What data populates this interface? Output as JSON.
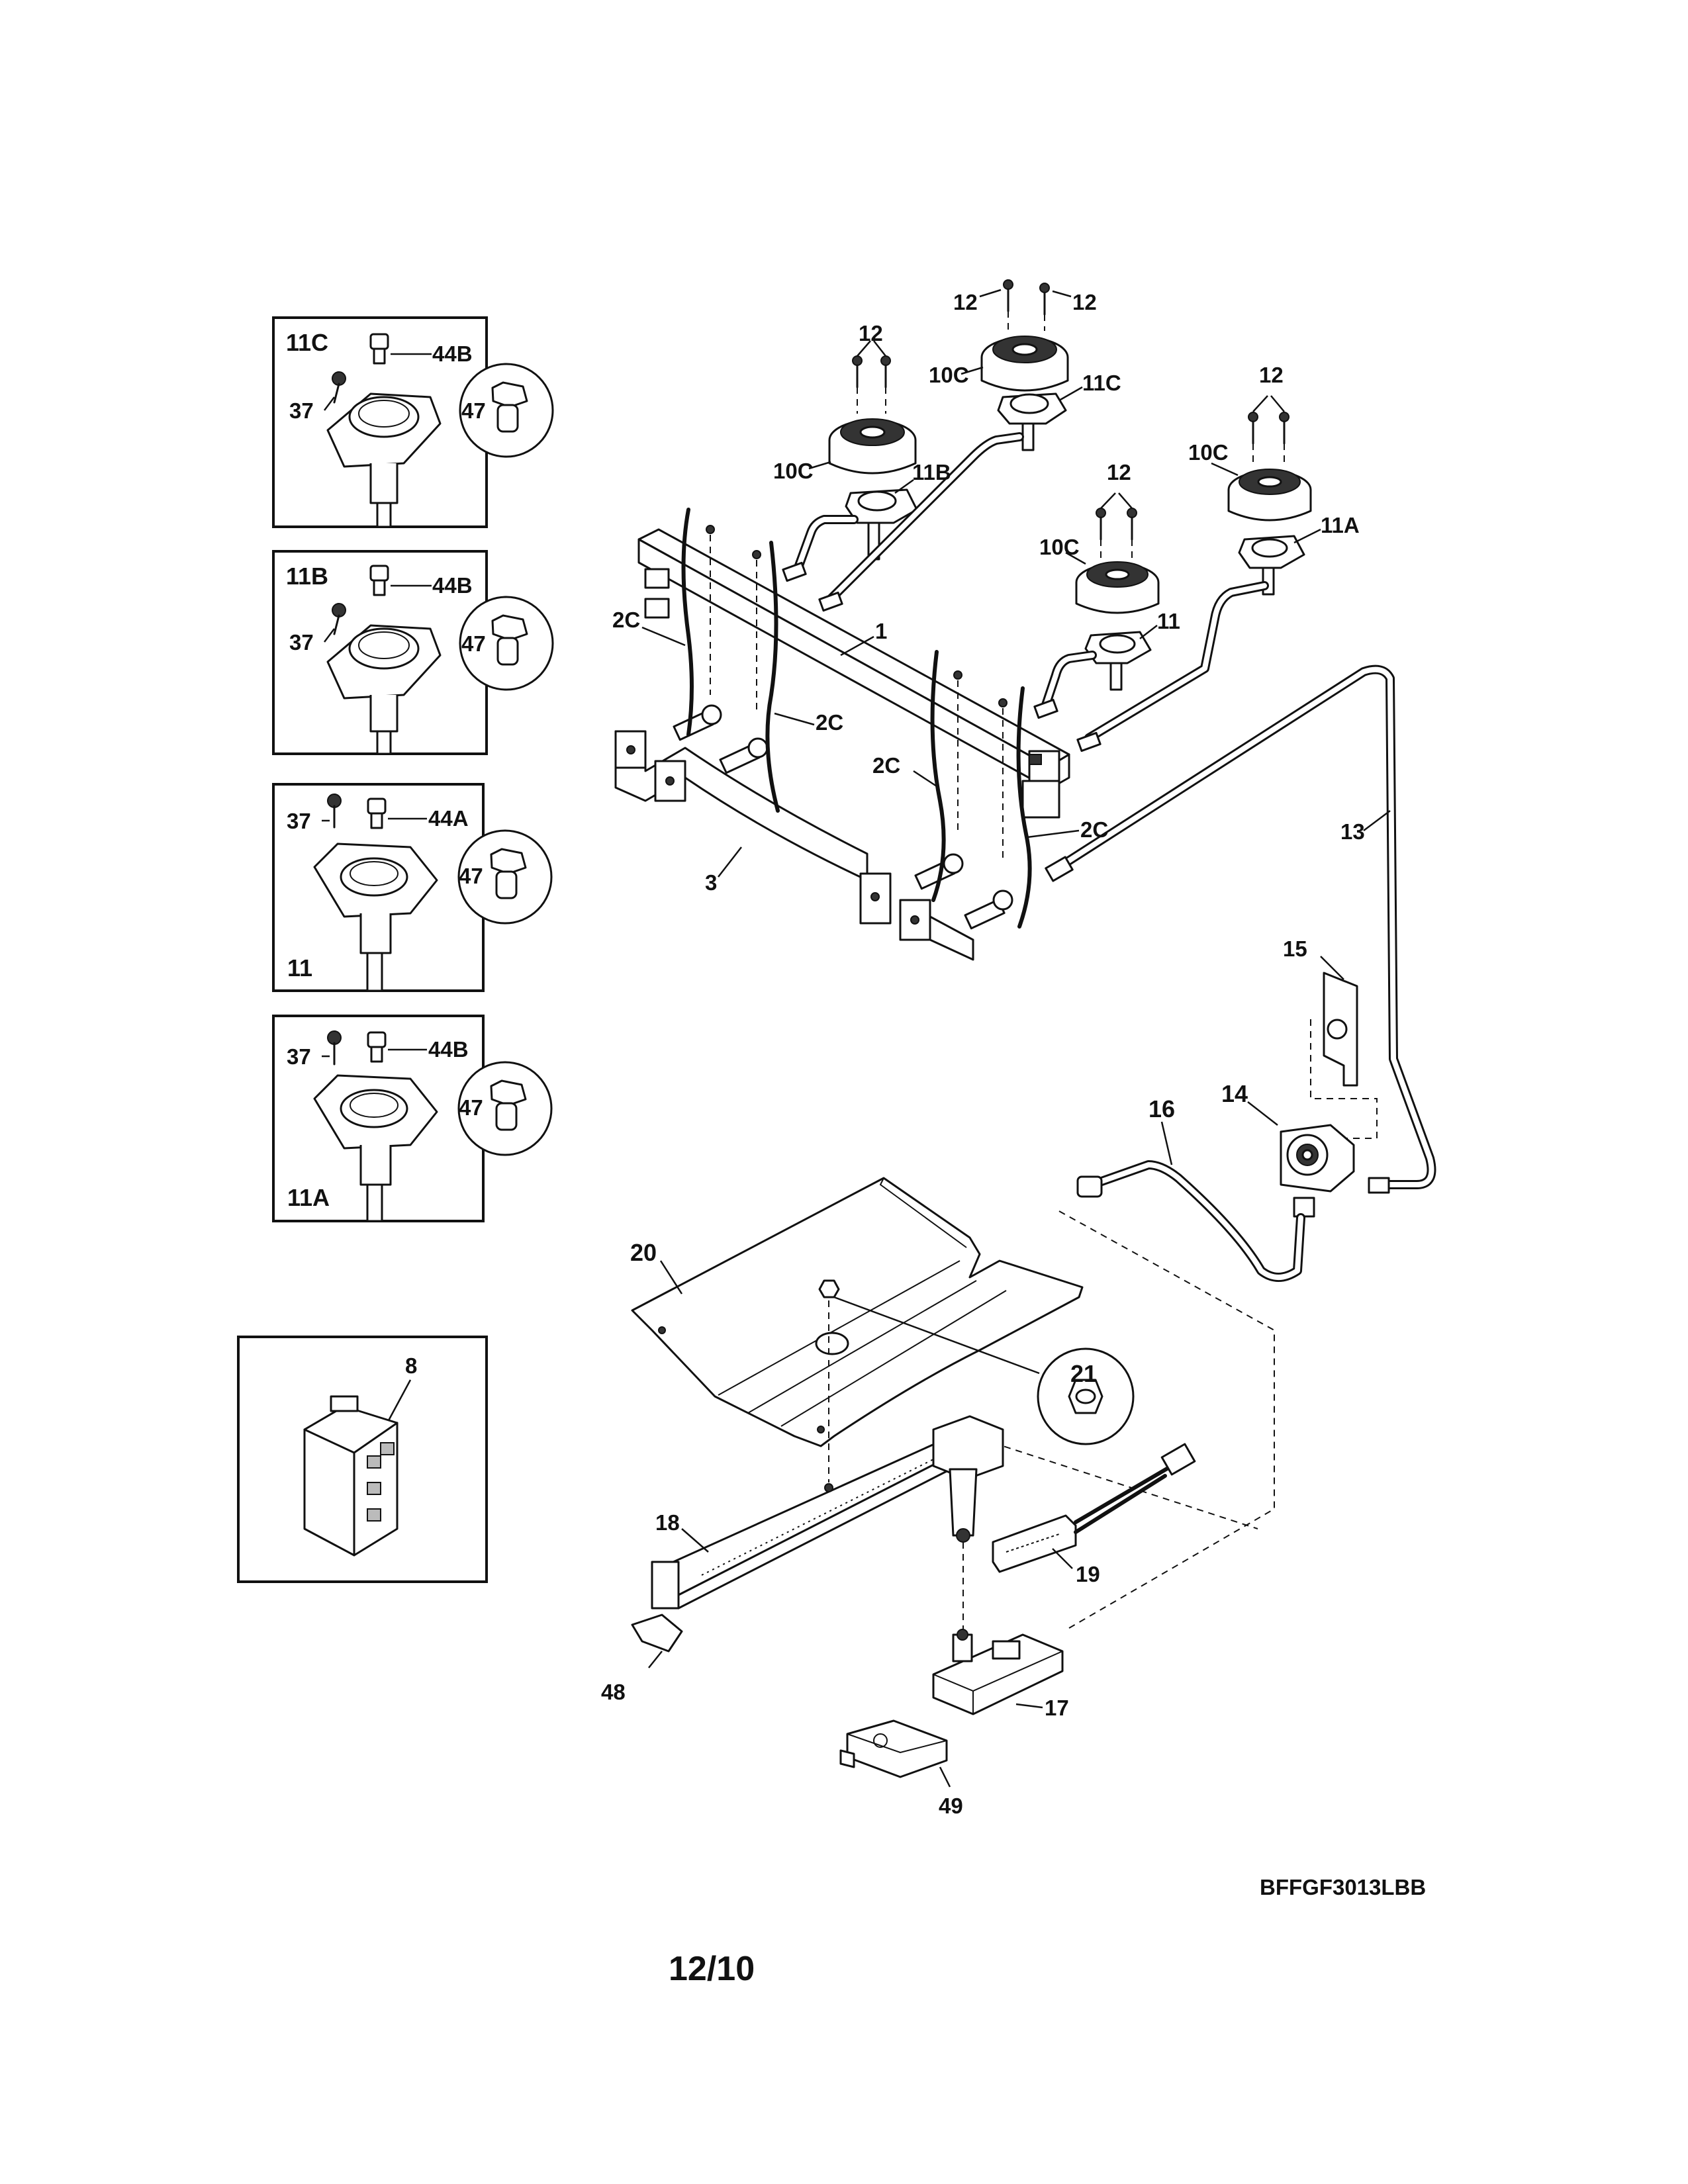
{
  "model_code": "BFFGF3013LBB",
  "page_number": "12/10",
  "inset_boxes": [
    {
      "title": "11C",
      "labels": {
        "screw": "37",
        "bolt": "44B",
        "orifice": "47"
      }
    },
    {
      "title": "11B",
      "labels": {
        "screw": "37",
        "bolt": "44B",
        "orifice": "47"
      }
    },
    {
      "title": "11",
      "labels": {
        "screw": "37",
        "bolt": "44A",
        "orifice": "47"
      }
    },
    {
      "title": "11A",
      "labels": {
        "screw": "37",
        "bolt": "44B",
        "orifice": "47"
      }
    },
    {
      "title": "",
      "labels": {
        "module": "8"
      }
    }
  ],
  "callouts": {
    "screw_12_a": "12",
    "screw_12_b": "12",
    "screw_12_c": "12",
    "screw_12_d": "12",
    "screw_12_e": "12",
    "cap_10c_a": "10C",
    "cap_10c_b": "10C",
    "cap_10c_c": "10C",
    "cap_10c_d": "10C",
    "burner_11c": "11C",
    "burner_11b": "11B",
    "burner_11": "11",
    "burner_11a": "11A",
    "manifold": "1",
    "bracket": "3",
    "spark_wire_a": "2C",
    "spark_wire_b": "2C",
    "spark_wire_c": "2C",
    "spark_wire_d": "2C",
    "gas_tube": "13",
    "regulator_bracket": "15",
    "regulator": "14",
    "regulator_tube": "16",
    "baffle": "20",
    "nut": "21",
    "oven_burner": "18",
    "igniter": "19",
    "valve": "17",
    "clip": "48",
    "valve_bracket": "49"
  }
}
